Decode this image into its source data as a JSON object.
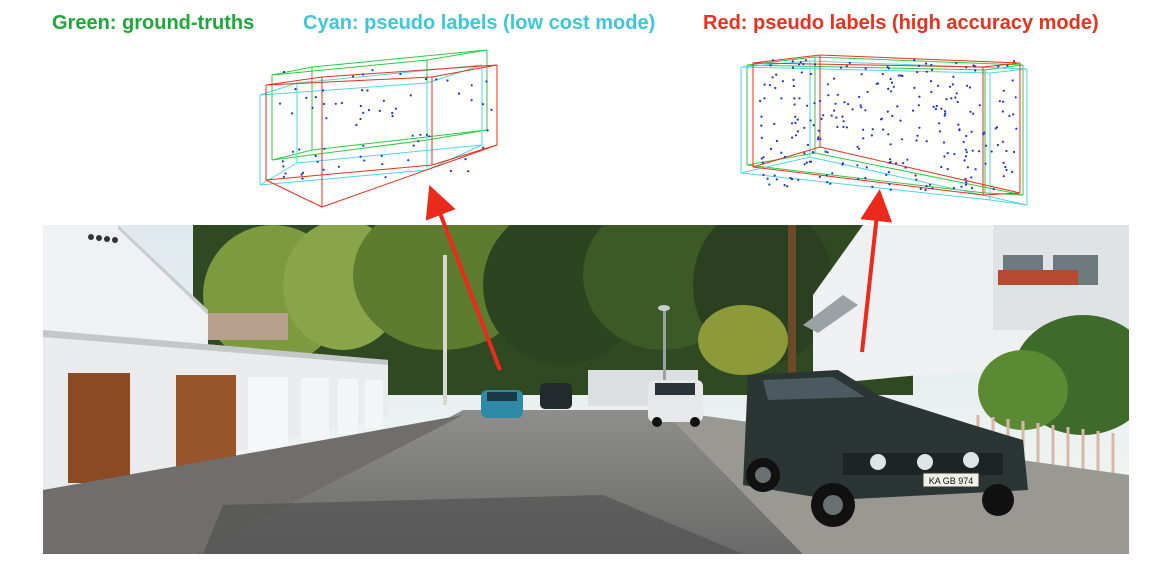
{
  "legend": {
    "green": {
      "text": "Green: ground-truths",
      "color": "#1fa83a"
    },
    "cyan": {
      "text": "Cyan: pseudo labels (low cost mode)",
      "color": "#3cc8d8"
    },
    "red": {
      "text": "Red: pseudo labels (high accuracy mode)",
      "color": "#e8321e"
    }
  },
  "colors": {
    "ground_truth": "#2ecc40",
    "low_cost": "#4fd6e6",
    "high_accuracy": "#e8321e",
    "points": "#1e2fd8",
    "arrow": "#ec2a1c"
  },
  "photo": {
    "plate_text": "KA GB 974"
  }
}
